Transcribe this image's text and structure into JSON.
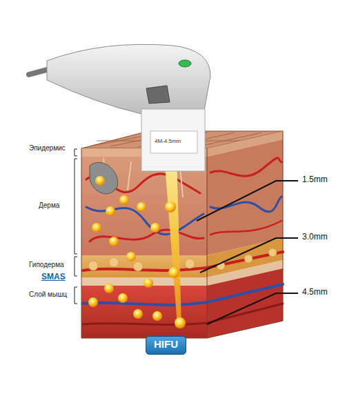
{
  "diagram": {
    "nodes": [
      {
        "text": [
          "HIFU"
        ]
      }
    ],
    "labels": [
      "4M-4.5mm",
      "Эпидермис",
      "1.5mm",
      "Дерма",
      "3.0mm",
      "Гиподерма",
      "SMAS",
      "4.5mm",
      "Слой мышц"
    ]
  }
}
